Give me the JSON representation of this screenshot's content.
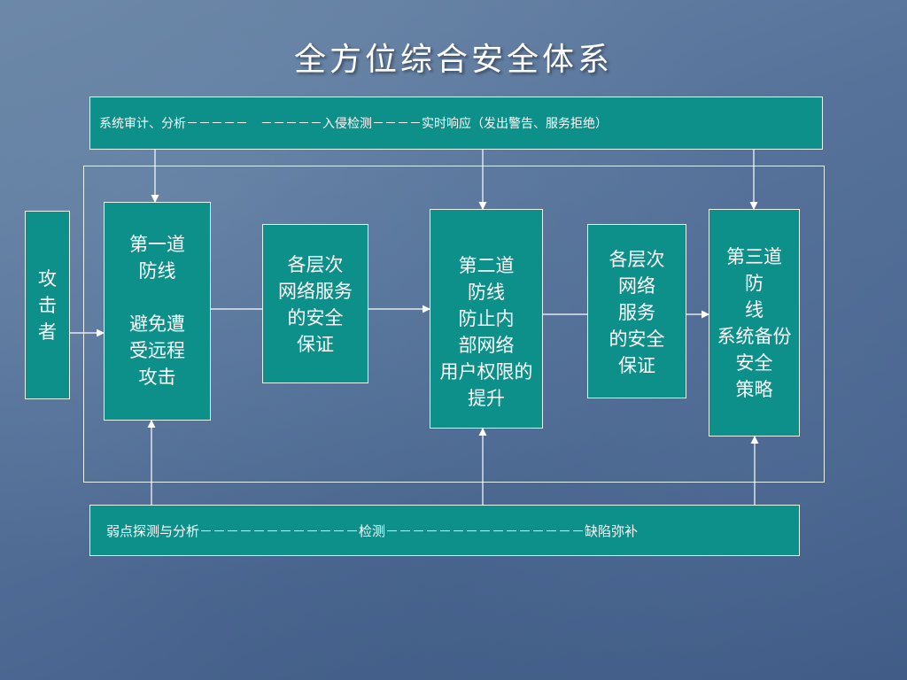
{
  "title": "全方位综合安全体系",
  "top_banner": "系统审计、分析－－－－－　－－－－－入侵检测－－－－实时响应（发出警告、服务拒绝）",
  "bottom_banner": "弱点探测与分析－－－－－－－－－－－－检测－－－－－－－－－－－－－－－缺陷弥补",
  "attacker": {
    "lines": [
      "攻",
      "击",
      "者"
    ]
  },
  "stages": [
    {
      "lines": [
        "第一道",
        "防线",
        "",
        "避免遭",
        "受远程",
        "攻击"
      ]
    },
    {
      "lines": [
        "各层次",
        "网络服务",
        "的安全",
        "保证"
      ]
    },
    {
      "lines": [
        "第二道",
        "防线",
        "防止内",
        "部网络",
        "用户权限的",
        "提升"
      ]
    },
    {
      "lines": [
        "各层次",
        "网络",
        "服务",
        "的安全",
        "保证"
      ]
    },
    {
      "lines": [
        "第三道",
        "防",
        "线",
        "系统备份",
        "安全",
        "策略"
      ]
    }
  ],
  "colors": {
    "box_fill": "#0d8f8a",
    "box_border": "#e9f2f2",
    "connector": "#ffffff",
    "title_text": "#ffffff"
  }
}
